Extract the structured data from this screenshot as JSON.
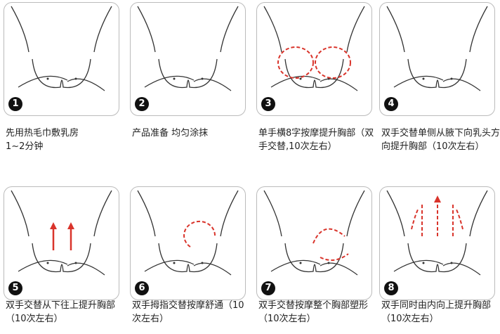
{
  "steps": [
    {
      "number": "1",
      "caption": "先用热毛巾敷乳房\n1~2分钟",
      "arrows": false
    },
    {
      "number": "2",
      "caption": "产品准备 均匀涂抹",
      "arrows": false
    },
    {
      "number": "3",
      "caption": "单手横8字按摩提升胸部（双手交替,10次左右）",
      "arrows": true
    },
    {
      "number": "4",
      "caption": "双手交替单侧从腋下向乳头方向提升胸部（10次左右）",
      "arrows": false
    },
    {
      "number": "5",
      "caption": "双手交替从下往上提升胸部（10次左右）",
      "arrows": true
    },
    {
      "number": "6",
      "caption": "双手拇指交替按摩舒通（10次左右）",
      "arrows": true
    },
    {
      "number": "7",
      "caption": "双手交替按摩整个胸部塑形（10次左右）",
      "arrows": true
    },
    {
      "number": "8",
      "caption": "双手同时由内向上提升胸部（10次左右）",
      "arrows": true
    }
  ],
  "colors": {
    "arrow": "#d9342b",
    "line": "#333333",
    "border": "#bbbbbb"
  }
}
